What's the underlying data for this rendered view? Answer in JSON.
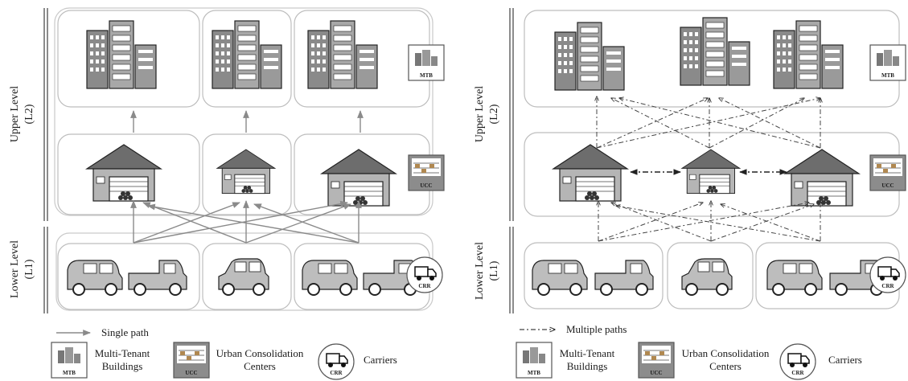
{
  "level_labels": {
    "upper_line1": "Upper Level",
    "upper_line2": "(L2)",
    "lower_line1": "Lower Level",
    "lower_line2": "(L1)"
  },
  "badges": {
    "mtb": "MTB",
    "ucc": "UCC",
    "crr": "CRR"
  },
  "legend": {
    "single_path": "Single path",
    "multiple_paths": "Multiple paths",
    "mtb_line1": "Multi-Tenant",
    "mtb_line2": "Buildings",
    "ucc_line1": "Urban Consolidation",
    "ucc_line2": "Centers",
    "carriers": "Carriers"
  }
}
